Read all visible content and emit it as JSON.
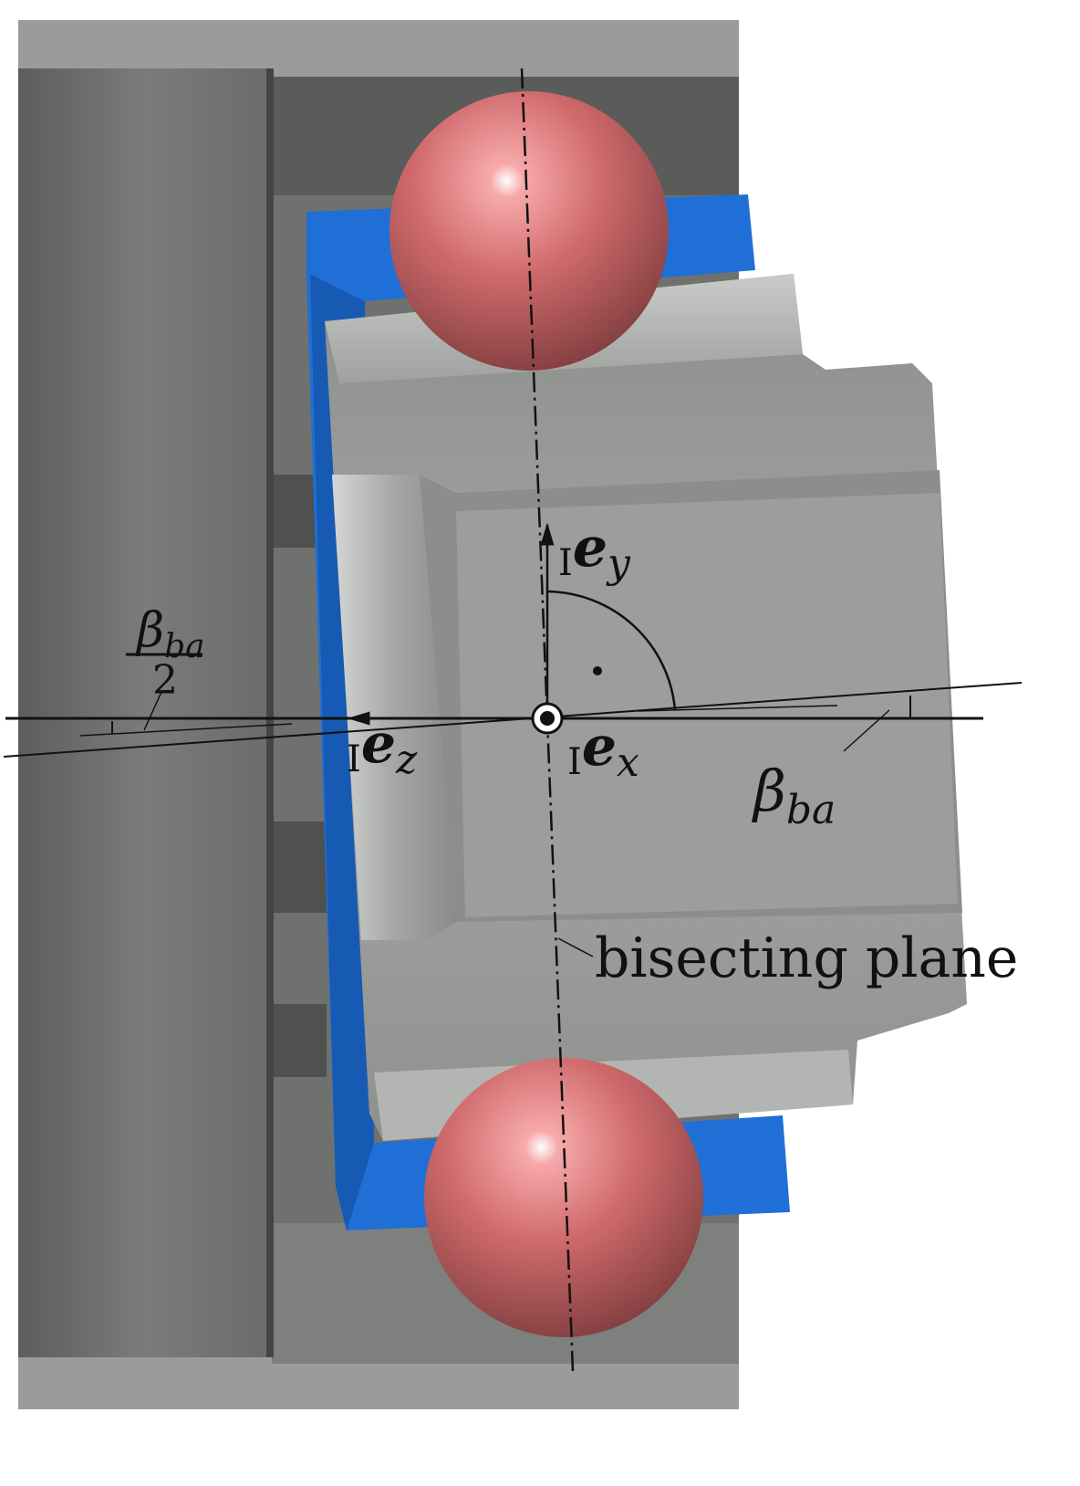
{
  "labels": {
    "beta_frac_num": "β",
    "beta_frac_num_sub": "ba",
    "beta_frac_den": "2",
    "ey_pre": "I",
    "ey_main": "e",
    "ey_sub": "y",
    "ez_pre": "I",
    "ez_main": "e",
    "ez_sub": "z",
    "ex_pre": "I",
    "ex_main": "e",
    "ex_sub": "x",
    "beta_main": "β",
    "beta_sub": "ba",
    "bisecting": "bisecting plane"
  },
  "colors": {
    "housing": "#9b9d9b",
    "shaft": "#7f817f",
    "cage": "#1f6fd6",
    "ball": "#cf6a6c",
    "ring": "#a9aba9"
  }
}
